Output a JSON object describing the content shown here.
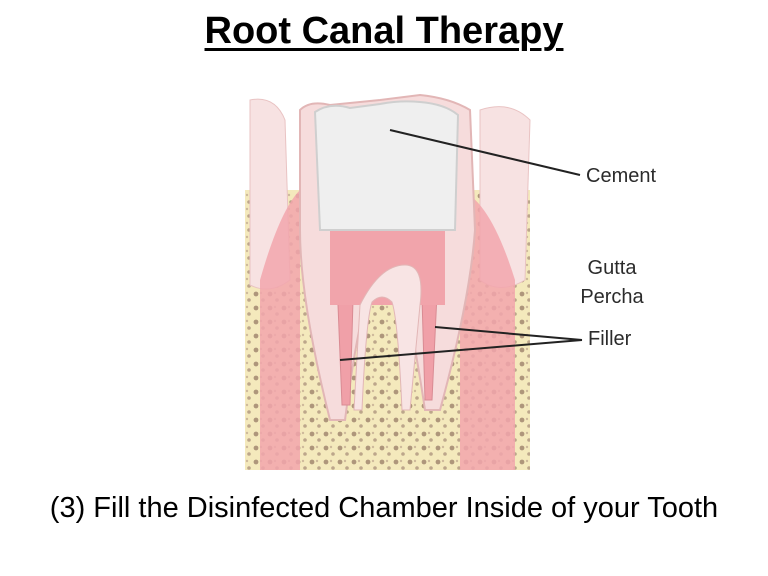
{
  "title": "Root Canal Therapy",
  "labels": {
    "cement": "Cement",
    "gutta": "Gutta",
    "percha": "Percha",
    "filler": "Filler"
  },
  "caption": "(3)  Fill the Disinfected Chamber Inside of your Tooth",
  "colors": {
    "bone": "#f3e6b4",
    "gum": "#f2a6ad",
    "crown": "#eeeeee",
    "pulp_fill": "#f1a4ab",
    "line": "#222222"
  }
}
